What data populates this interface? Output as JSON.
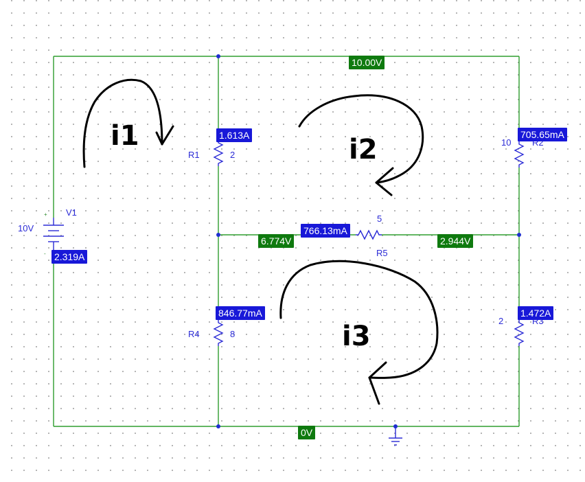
{
  "colors": {
    "wire": "#2e9d2e",
    "component": "#2b2bd6",
    "voltage_probe": "#0f7a0f",
    "current_probe": "#1818d8",
    "annotation": "#000000"
  },
  "components": {
    "V1": {
      "name": "V1",
      "value": "10V",
      "plus": "+",
      "minus": "-"
    },
    "R1": {
      "name": "R1",
      "value": "2"
    },
    "R2": {
      "name": "R2",
      "value": "10"
    },
    "R3": {
      "name": "R3",
      "value": "2"
    },
    "R4": {
      "name": "R4",
      "value": "8"
    },
    "R5": {
      "name": "R5",
      "value": "5"
    }
  },
  "voltage_probes": {
    "top": "10.00V",
    "mid_left": "6.774V",
    "mid_right": "2.944V",
    "ground": "0V"
  },
  "current_probes": {
    "V1": "2.319A",
    "R1": "1.613A",
    "R2": "705.65mA",
    "R3": "1.472A",
    "R4": "846.77mA",
    "R5": "766.13mA"
  },
  "loop_labels": {
    "i1": "i1",
    "i2": "i2",
    "i3": "i3"
  },
  "icons": {
    "ground": "ground-icon",
    "battery": "battery-icon"
  }
}
